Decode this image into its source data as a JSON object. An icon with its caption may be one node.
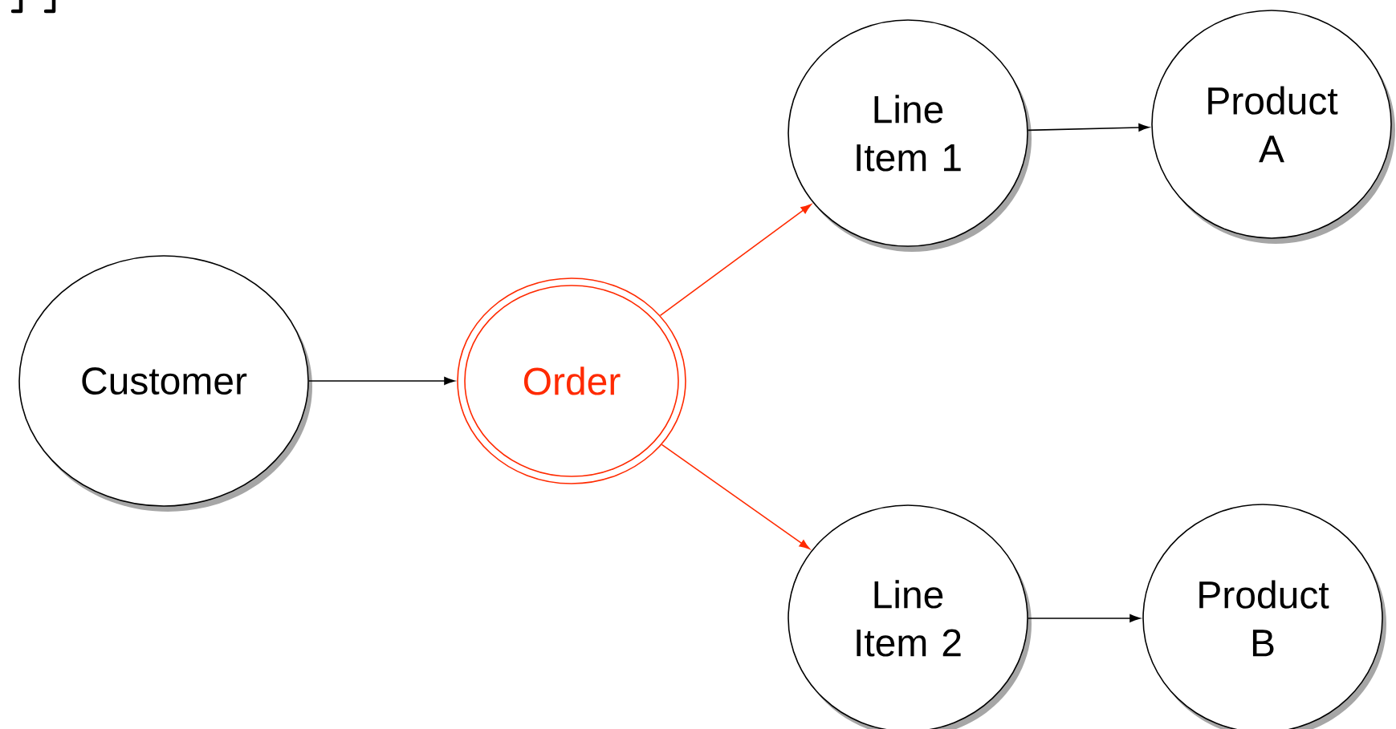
{
  "diagram": {
    "nodes": [
      {
        "text": [
          "Customer"
        ]
      },
      {
        "text": [
          "Order"
        ]
      },
      {
        "text": [
          "Line Item 1"
        ]
      },
      {
        "text": [
          "Product A"
        ]
      },
      {
        "text": [
          "Line Item 2"
        ]
      },
      {
        "text": [
          "Product B"
        ]
      }
    ],
    "edges": [
      {
        "from": 0,
        "to": 1,
        "arrow": "to"
      },
      {
        "from": 1,
        "to": 2,
        "arrow": "to",
        "color": "#ff2a00"
      },
      {
        "from": 1,
        "to": 4,
        "arrow": "to",
        "color": "#ff2a00"
      },
      {
        "from": 2,
        "to": 3,
        "arrow": "to"
      },
      {
        "from": 4,
        "to": 5,
        "arrow": "to"
      }
    ]
  }
}
